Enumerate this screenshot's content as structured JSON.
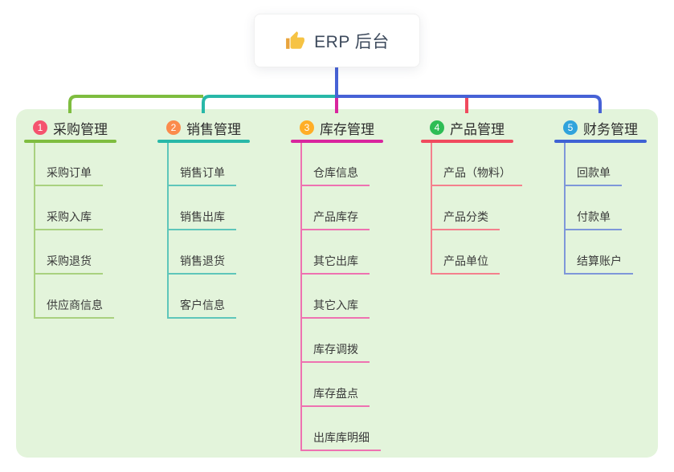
{
  "root": {
    "title": "ERP 后台",
    "icon": "thumbs-up-icon",
    "icon_color": "#f6c344"
  },
  "canvas": {
    "background": "#ffffff",
    "panel_background": "#e3f4db",
    "root_connector_color": "#4762d6"
  },
  "branches": [
    {
      "index": "1",
      "title": "采购管理",
      "badge_color": "#f5536e",
      "line_color": "#7ebd3f",
      "child_line_color": "#a9d17f",
      "children": [
        "采购订单",
        "采购入库",
        "采购退货",
        "供应商信息"
      ]
    },
    {
      "index": "2",
      "title": "销售管理",
      "badge_color": "#fb8b4c",
      "line_color": "#28b8a8",
      "child_line_color": "#5ec6ba",
      "children": [
        "销售订单",
        "销售出库",
        "销售退货",
        "客户信息"
      ]
    },
    {
      "index": "3",
      "title": "库存管理",
      "badge_color": "#ffae26",
      "line_color": "#d9259e",
      "child_line_color": "#ee72b1",
      "children": [
        "仓库信息",
        "产品库存",
        "其它出库",
        "其它入库",
        "库存调拨",
        "库存盘点",
        "出库库明细"
      ]
    },
    {
      "index": "4",
      "title": "产品管理",
      "badge_color": "#2ebd55",
      "line_color": "#f04a5e",
      "child_line_color": "#f4808d",
      "children": [
        "产品（物料）",
        "产品分类",
        "产品单位"
      ]
    },
    {
      "index": "5",
      "title": "财务管理",
      "badge_color": "#30a3dc",
      "line_color": "#3f62d4",
      "child_line_color": "#7e97d9",
      "children": [
        "回款单",
        "付款单",
        "结算账户"
      ]
    }
  ]
}
